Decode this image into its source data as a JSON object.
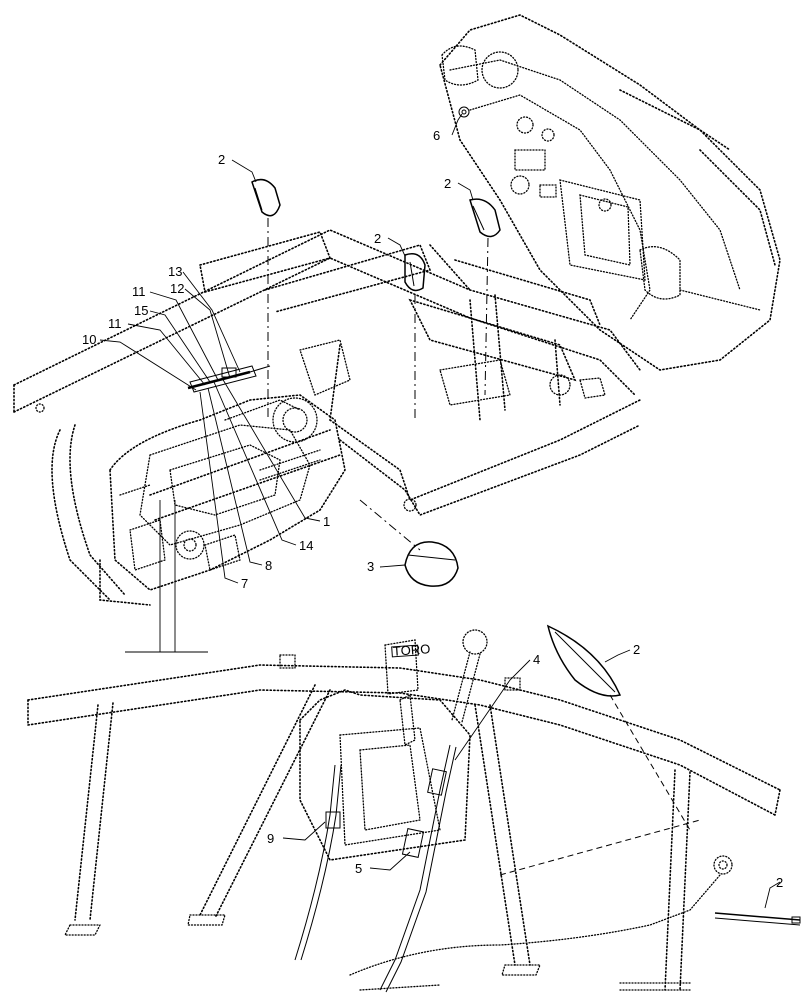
{
  "callouts": {
    "c1": "1",
    "c2a": "2",
    "c2b": "2",
    "c2c": "2",
    "c2d": "2",
    "c2e": "2",
    "c3": "3",
    "c4": "4",
    "c5": "5",
    "c6": "6",
    "c7": "7",
    "c8": "8",
    "c9": "9",
    "c10": "10",
    "c11a": "11",
    "c11b": "11",
    "c12": "12",
    "c13": "13",
    "c14": "14",
    "c15": "15"
  },
  "decal": {
    "brand_mark": "TORO"
  }
}
